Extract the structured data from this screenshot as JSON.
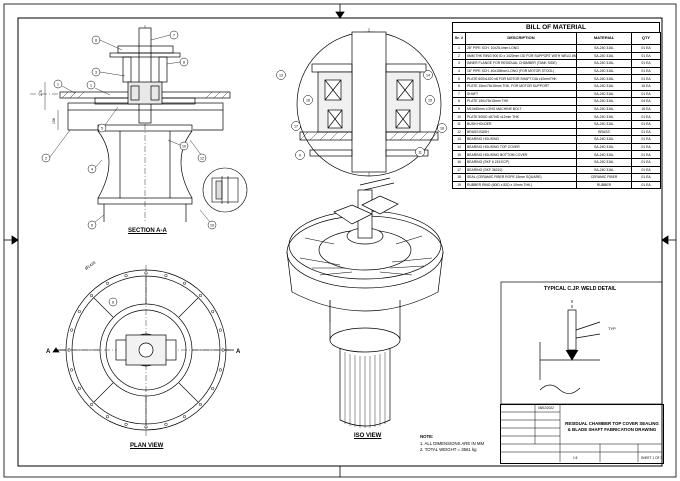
{
  "bom": {
    "title": "BILL OF MATERIAL",
    "headers": [
      "Sr. #",
      "DESCRIPTION",
      "MATERIAL",
      "QTY"
    ],
    "rows": [
      [
        "1",
        "28\" PIPE SCH. 10x25.4mm LONG",
        "SA-240 316L",
        "01 EA"
      ],
      [
        "2",
        "6MM THK RING 900 ID x 1420mm OD FOR SUPPORT WITH WELD 8MM SETBACK (NO. 8 DRAWING)",
        "SA-240 316L",
        "01 EA"
      ],
      [
        "3",
        "INNER FLANGE FOR RESIDUAL CHAMBER (TANK SIDE)",
        "SA-240 316L",
        "01 EA"
      ],
      [
        "4",
        "16\" PIPE SCH. 40x158mm LONG (FOR MOTOR STOOL)",
        "SA-240 316L",
        "01 EA"
      ],
      [
        "5",
        "PLATE 600x1420 x8 FOR MOTOR SHAFT DIA x10mmTHK",
        "SA-240 316L",
        "01 EA"
      ],
      [
        "6",
        "PLATE 15mx75x15mm THK. FOR MOTOR SUPPORT",
        "SA-240 316L",
        "16 EA"
      ],
      [
        "7",
        "SHAFT",
        "SA-240 316L",
        "01 EA"
      ],
      [
        "8",
        "PLATE 150x75x15mm THK",
        "SA-240 316L",
        "04 EA"
      ],
      [
        "9",
        "M10x55mm LONG MACHINE BOLT",
        "SA-240 316L",
        "16 EA"
      ],
      [
        "10",
        "PLATE 500ID x870ID x12mm THK",
        "SA-240 316L",
        "01 EA"
      ],
      [
        "11",
        "BUSH HOLDER",
        "SA-240 316L",
        "01 EA"
      ],
      [
        "12",
        "BRASS BUSH",
        "BRASS",
        "01 EA"
      ],
      [
        "13",
        "BEARING HOUSING",
        "SA-240 316L",
        "01 EA"
      ],
      [
        "14",
        "BEARING HOUSING TOP COVER",
        "SA-240 316L",
        "01 EA"
      ],
      [
        "15",
        "BEARING HOUSING BOTTOM COVER",
        "SA-240 316L",
        "01 EA"
      ],
      [
        "16",
        "BEARING (SKF 6 215 ECP)",
        "SA-240 316L",
        "01 EA"
      ],
      [
        "17",
        "BEARING (SKF 36210)",
        "SA-240 316L",
        "01 EA"
      ],
      [
        "18",
        "SEAL (CERAMIC FIBER ROPE 15mm SQUARE)",
        "CERAMIC FIBER",
        "01 EA"
      ],
      [
        "19",
        "RUBBER RING (60ID x 82D x 10mm THK.)",
        "RUBBER",
        "01 EA"
      ]
    ]
  },
  "labels": {
    "section": "SECTION A-A",
    "plan": "PLAN VIEW",
    "iso": "ISO VIEW",
    "weld": "TYPICAL C.JP. WELD DETAIL",
    "section_marker": "A",
    "typ": "TYP"
  },
  "notes": {
    "header": "NOTE:",
    "items": [
      "1.   ALL DIMENSIONS ARE IN MM",
      "2.   TOTAL WEIGHT = 3561 kg"
    ]
  },
  "title_block": {
    "title_line1": "RESIDUAL CHAMBER TOP COVER SEALING",
    "title_line2": "& BLADE SHAFT FABRICATION DRAWING",
    "date": "08/02/2022",
    "sheet": "SHEET 1 OF 3",
    "scale": "1:5"
  },
  "balloons": [
    "1",
    "2",
    "3",
    "4",
    "5",
    "6",
    "7",
    "8",
    "9",
    "10",
    "11",
    "12",
    "13",
    "14",
    "15",
    "16",
    "17",
    "18",
    "19"
  ],
  "dimensions": {
    "d1": "275",
    "d2": "158",
    "d3": "Ø1420"
  }
}
